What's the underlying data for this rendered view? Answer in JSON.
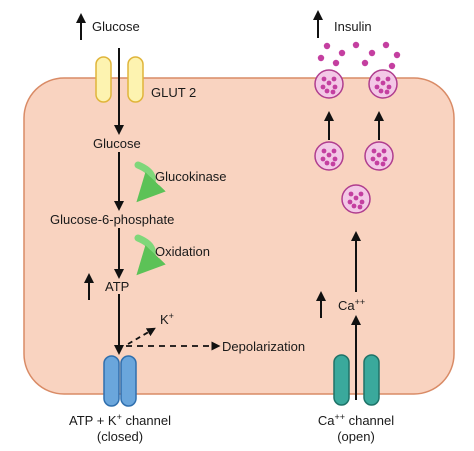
{
  "labels": {
    "glucose_top": "Glucose",
    "glut2": "GLUT 2",
    "glucose_in": "Glucose",
    "glucokinase": "Glucokinase",
    "g6p": "Glucose-6-phosphate",
    "oxidation": "Oxidation",
    "atp": "ATP",
    "k_base": "K",
    "k_sup": "+",
    "depolarization": "Depolarization",
    "katp_line1_a": "ATP + K",
    "katp_line1_sup": "+",
    "katp_line1_b": " channel",
    "katp_line2": "(closed)",
    "ca_base": "Ca",
    "ca_sup": "++",
    "insulin": "Insulin",
    "cach_line1_a": "Ca",
    "cach_line1_sup": "++",
    "cach_line1_b": " channel",
    "cach_line2": "(open)"
  },
  "colors": {
    "cell_fill": "#f9d3c0",
    "cell_stroke": "#d98b66",
    "glut_fill": "#fdf3b0",
    "glut_stroke": "#e0b53a",
    "enzyme_arrow": "#7fd77a",
    "katp_fill": "#6aa6dc",
    "katp_stroke": "#2f6fae",
    "ca_fill": "#3aa99c",
    "ca_stroke": "#1e7368",
    "granule_fill": "#f3c8e6",
    "granule_stroke": "#b03d8e",
    "granule_dot": "#c43fa0"
  }
}
